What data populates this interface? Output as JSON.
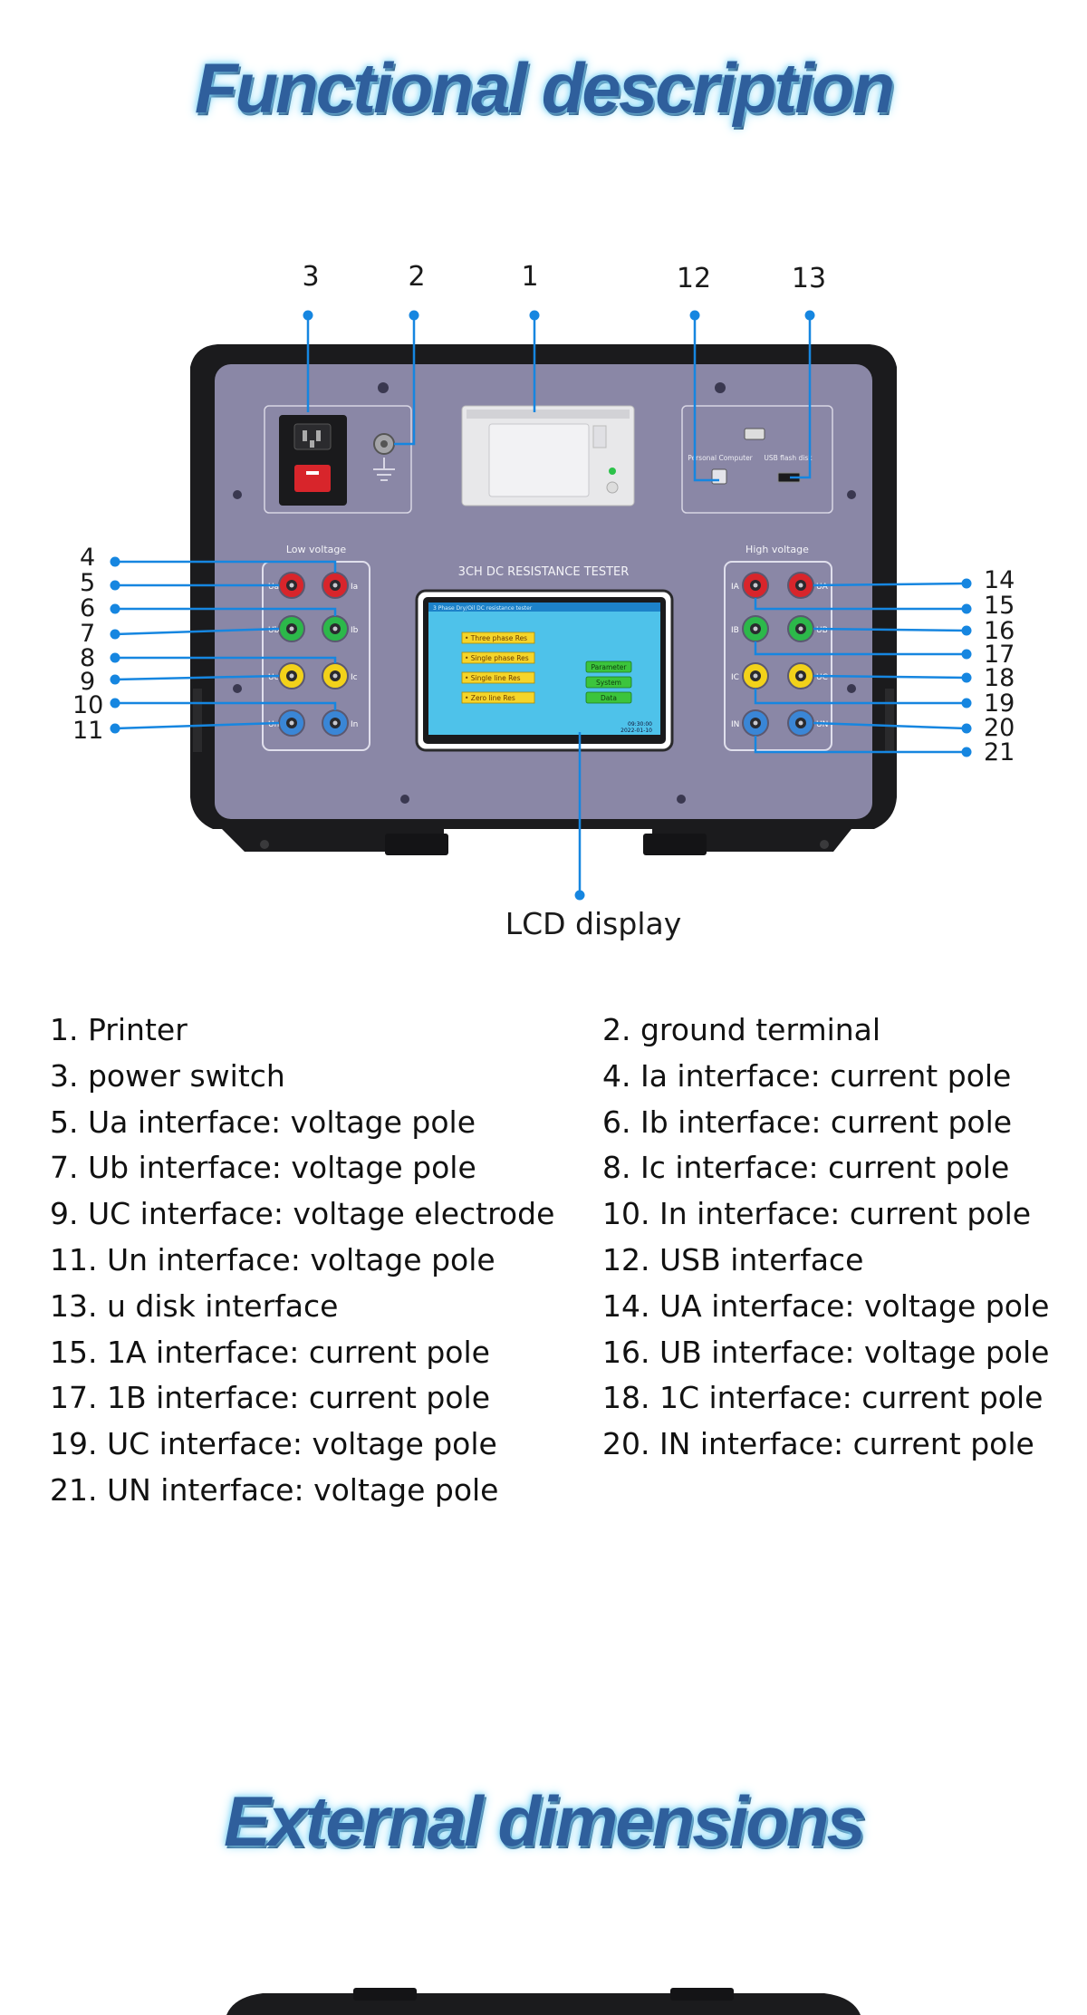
{
  "titles": {
    "functional": "Functional description",
    "external": "External dimensions"
  },
  "callouts_top": [
    "3",
    "2",
    "1",
    "12",
    "13"
  ],
  "callouts_left": [
    "4",
    "5",
    "6",
    "7",
    "8",
    "9",
    "10",
    "11"
  ],
  "callouts_right": [
    "14",
    "15",
    "16",
    "17",
    "18",
    "19",
    "20",
    "21"
  ],
  "device": {
    "name": "3CH DC RESISTANCE TESTER",
    "low_voltage_label": "Low voltage",
    "high_voltage_label": "High voltage",
    "personal_computer_label": "Personal Computer",
    "usb_flash_label": "USB flash disk",
    "left_terminals": [
      "Ua",
      "Ia",
      "Ub",
      "Ib",
      "Uc",
      "Ic",
      "Un",
      "In"
    ],
    "right_terminals": [
      "IA",
      "UA",
      "IB",
      "UB",
      "IC",
      "UC",
      "IN",
      "UN"
    ],
    "screen": {
      "header": "3 Phase Dry/Oil DC resistance tester",
      "menu": [
        "• Three phase Res",
        "• Single phase Res",
        "• Single line Res",
        "• Zero line Res"
      ],
      "buttons": [
        "Parameter",
        "System",
        "Data"
      ],
      "time": "09:30:00",
      "date": "2022-01-10"
    }
  },
  "lcd_label": "LCD display",
  "legend_left": [
    "1.  Printer",
    "3.  power switch",
    "5.  Ua interface: voltage pole",
    "7.  Ub interface: voltage pole",
    "9.  UC interface: voltage electrode",
    "11. Un interface: voltage pole",
    "13. u disk interface",
    "15. 1A interface: current pole",
    "17. 1B interface: current pole",
    "19. UC interface: voltage pole",
    "21. UN interface: voltage pole"
  ],
  "legend_right": [
    "2.  ground terminal",
    "4.  Ia interface: current pole",
    "6. Ib interface: current pole",
    "8. Ic interface: current pole",
    "10. In interface: current pole",
    "12. USB interface",
    "14. UA interface: voltage pole",
    "16. UB interface: voltage pole",
    "18. 1C interface: current pole",
    "20. IN interface: current pole"
  ],
  "colors": {
    "callout_line": "#1686e0",
    "panel": "#8a87a6",
    "frame": "#1b1b1d",
    "title": "#2f5f9c",
    "title_glow": "#8fdcf8"
  }
}
